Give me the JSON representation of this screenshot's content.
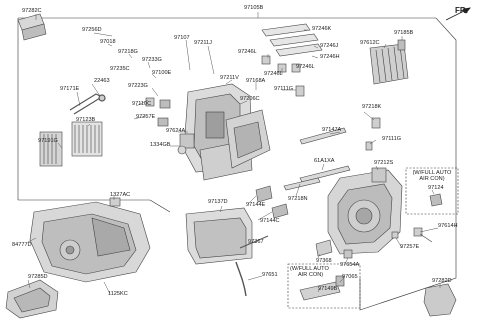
{
  "diagram": {
    "direction_marker": "FR.",
    "assembly_number": "97105B",
    "option_boxes": [
      {
        "line1": "(W/FULL AUTO",
        "line2": "AIR CON)"
      },
      {
        "line1": "(W/FULL AUTO",
        "line2": "AIR CON)"
      }
    ],
    "parts": {
      "p97282C": "97282C",
      "p97256D": "97256D",
      "p97018": "97018",
      "p97218G": "97218G",
      "p97235C": "97235C",
      "p97233G": "97233G",
      "p97100E": "97100E",
      "p97223G": "97223G",
      "p22463": "22463",
      "p97171E": "97171E",
      "p97123B": "97123B",
      "p97191G": "97191G",
      "p97110C": "97110C",
      "p97257E_a": "97257E",
      "p97624A": "97624A",
      "p1334GB": "1334GB",
      "p97107": "97107",
      "p97211J": "97211J",
      "p97211V": "97211V",
      "p97206C": "97206C",
      "p97246K": "97246K",
      "p97246J": "97246J",
      "p97246H": "97246H",
      "p97246L_a": "97246L",
      "p97246L_b": "97246L",
      "p97246L_c": "97246L",
      "p97612C": "97612C",
      "p97185B": "97185B",
      "p97168A": "97168A",
      "p97111G_a": "97111G",
      "p97218K": "97218K",
      "p97147A": "97147A",
      "p97111G_b": "97111G",
      "p61A1XA": "61A1XA",
      "p97212S": "97212S",
      "p97218N": "97218N",
      "p97144E": "97144E",
      "p97144C": "97144C",
      "p97137D": "97137D",
      "p97367": "97367",
      "p97651": "97651",
      "p97124": "97124",
      "p97614H": "97614H",
      "p97257E_b": "97257E",
      "p97368": "97368",
      "p97654A": "97654A",
      "p97065": "97065",
      "p97149B": "97149B",
      "p97282D": "97282D",
      "p1327AC": "1327AC",
      "p84777D": "84777D",
      "p97285D": "97285D",
      "p1125KC": "1125KC"
    }
  }
}
